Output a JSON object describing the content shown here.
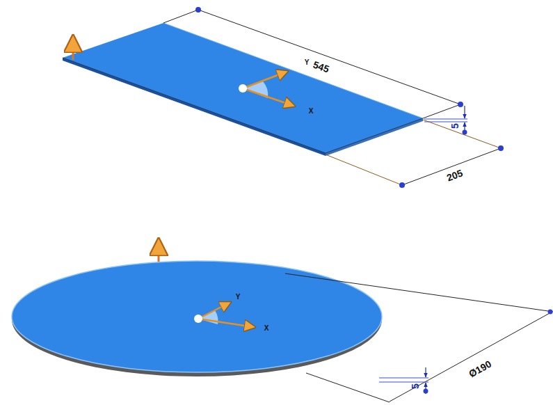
{
  "diagram": {
    "labels": [
      "545",
      "5",
      "205",
      "Y",
      "X",
      "5",
      "Ø190",
      "Y",
      "X"
    ]
  }
}
